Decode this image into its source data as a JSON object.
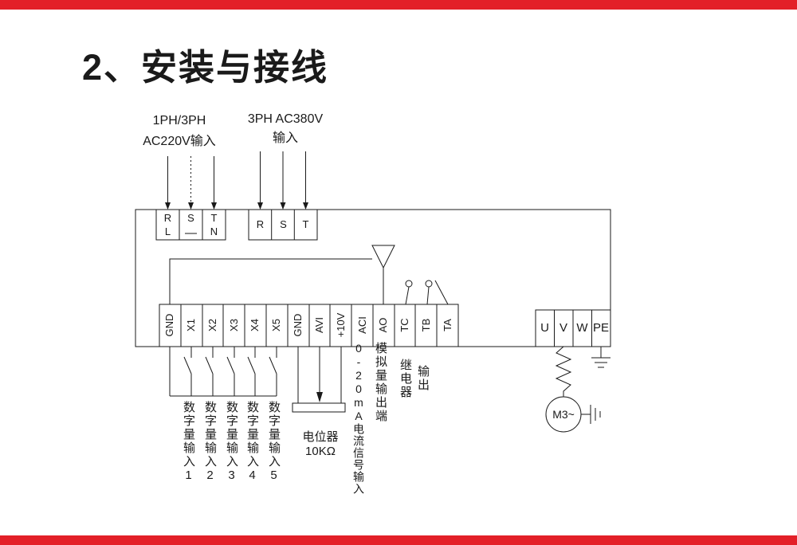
{
  "colors": {
    "accent-red": "#e32028",
    "ink": "#1a1a1a"
  },
  "title": "2、安装与接线",
  "power_inputs": {
    "single": {
      "line1": "1PH/3PH",
      "line2": "AC220V输入",
      "t1a": "R",
      "t1b": "L",
      "t2a": "S",
      "t2b": "",
      "t3a": "T",
      "t3b": "N"
    },
    "three": {
      "line1": "3PH AC380V",
      "line2": "输入",
      "t1": "R",
      "t2": "S",
      "t3": "T"
    }
  },
  "control_terminals": [
    "GND",
    "X1",
    "X2",
    "X3",
    "X4",
    "X5",
    "GND",
    "AVI",
    "+10V",
    "ACI",
    "AO",
    "TC",
    "TB",
    "TA"
  ],
  "output_terminals": [
    "U",
    "V",
    "W",
    "PE"
  ],
  "labels": {
    "digital": [
      "数字量输入1",
      "数字量输入2",
      "数字量输入3",
      "数字量输入4",
      "数字量输入5"
    ],
    "pot1": "电位器",
    "pot2": "10KΩ",
    "aci": "0-20mA电流信号输入",
    "ao": "模拟量输出端",
    "relay1": "继电器",
    "relay2": "输出",
    "motor": "M3~"
  }
}
